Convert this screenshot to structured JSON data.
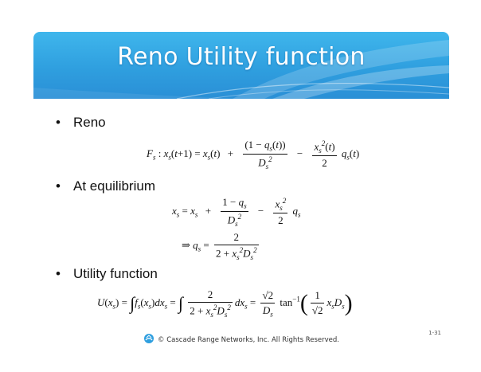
{
  "slide": {
    "title": "Reno Utility function",
    "bullets": [
      "Reno",
      "At equilibrium",
      "Utility function"
    ],
    "footer": "© Cascade Range Networks, Inc. All Rights Reserved.",
    "page_number": "1-31"
  },
  "colors": {
    "banner": "#2f9fdf",
    "title_text": "#ffffff",
    "body_text": "#111111"
  },
  "equations": {
    "reno_update": "F_s : x_s(t+1) = x_s(t) + (1 - q_s(t))/D_s^2 - (x_s^2(t)/2) q_s(t)",
    "equilibrium": "x_s = x_s + (1 - q_s)/D_s^2 - (x_s^2/2) q_s",
    "equilibrium_q": "=> q_s = 2/(2 + x_s^2 D_s^2)",
    "utility": "U(x_s) = ∫ f_s(x_s) dx_s = ∫ 2/(2 + x_s^2 D_s^2) dx_s = (√2/D_s) tan^-1((1/√2) x_s D_s)"
  }
}
